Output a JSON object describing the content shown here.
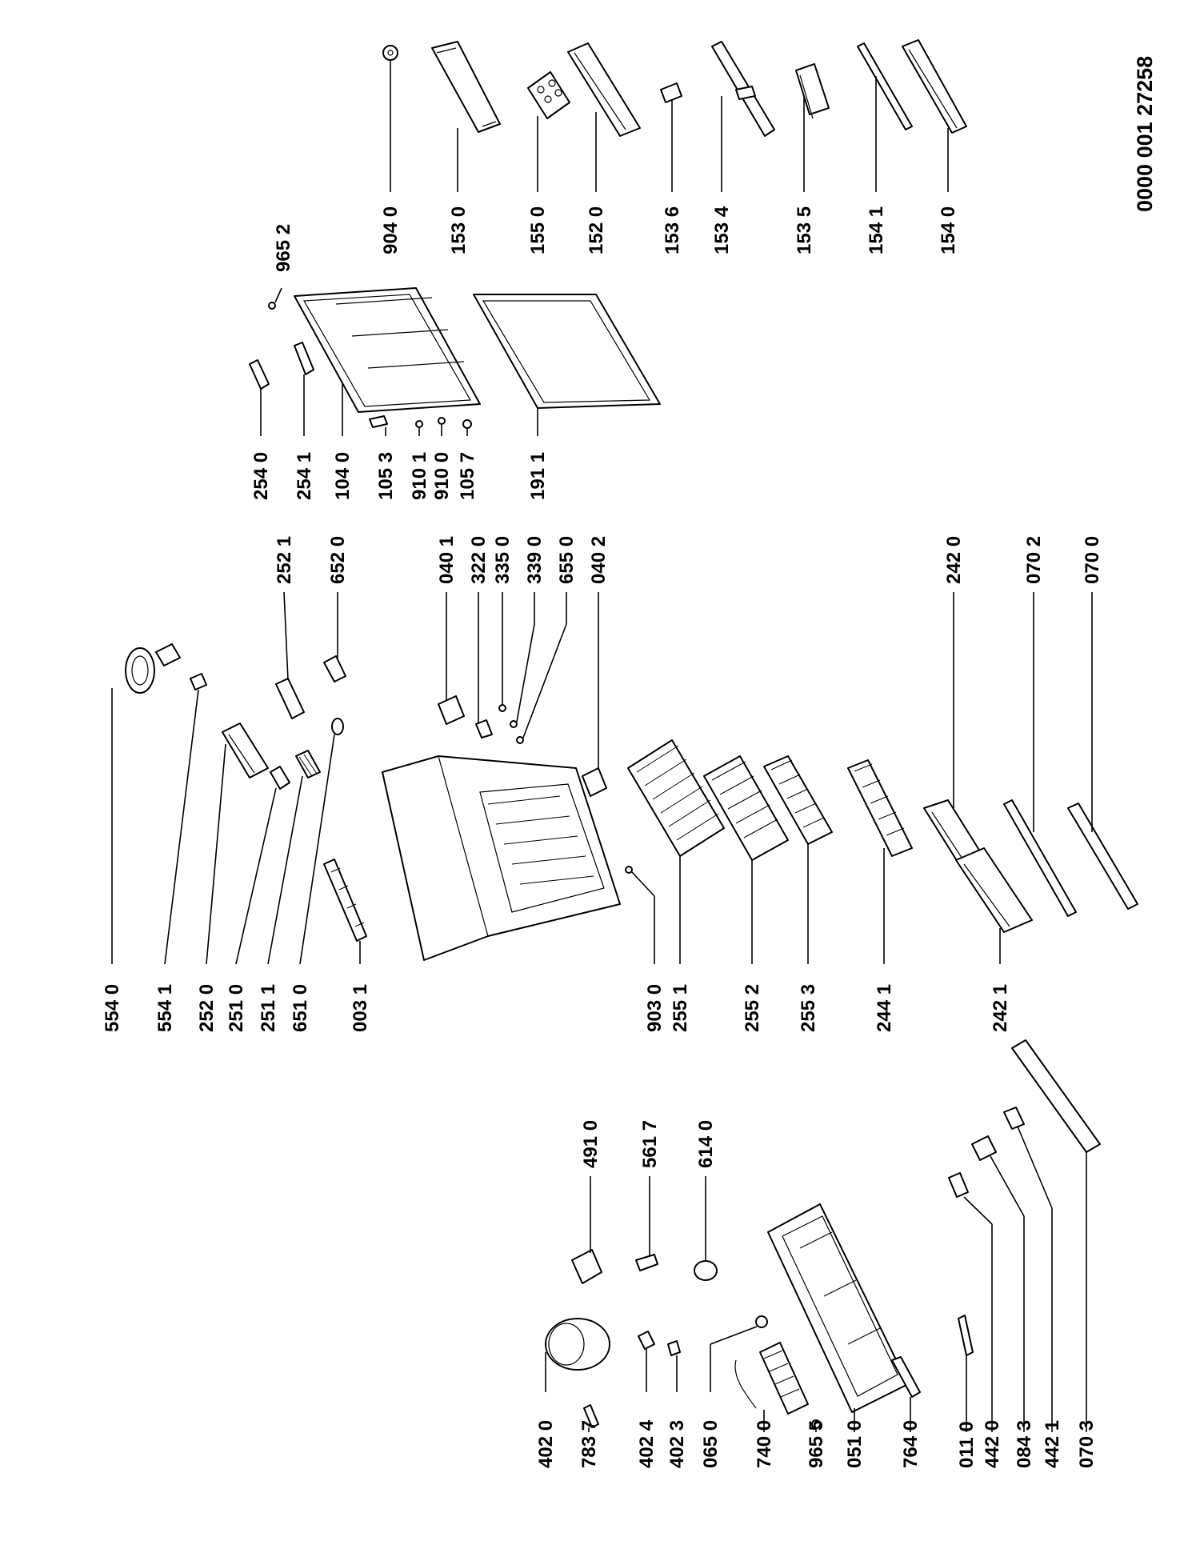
{
  "document_ref": "0000 001 27258",
  "callouts": {
    "left_group": [
      "402 0",
      "783 7",
      "402 4",
      "402 3",
      "065 0",
      "740 0",
      "965 5",
      "051 0",
      "764 0",
      "011 0",
      "442 0",
      "084 3",
      "442 1",
      "070 3"
    ],
    "left_group_right": [
      "491 0",
      "561 7",
      "614 0"
    ],
    "middle_group": [
      "554 0",
      "554 1",
      "252 0",
      "251 0",
      "251 1",
      "651 0",
      "003 1",
      "903 0",
      "255 1",
      "255 2",
      "255 3",
      "244 1",
      "242 1"
    ],
    "middle_group_right": [
      "252 1",
      "652 0",
      "040 1",
      "322 0",
      "335 0",
      "339 0",
      "655 0",
      "040 2",
      "242 0",
      "070 2",
      "070 0"
    ],
    "door_group": [
      "254 0",
      "254 1",
      "104 0",
      "105 3",
      "910 1",
      "910 0",
      "105 7",
      "191 1",
      "965 2"
    ],
    "accessories": [
      "904 0",
      "153 0",
      "155 0",
      "152 0",
      "153 6",
      "153 4",
      "153 5",
      "154 1",
      "154 0"
    ]
  }
}
